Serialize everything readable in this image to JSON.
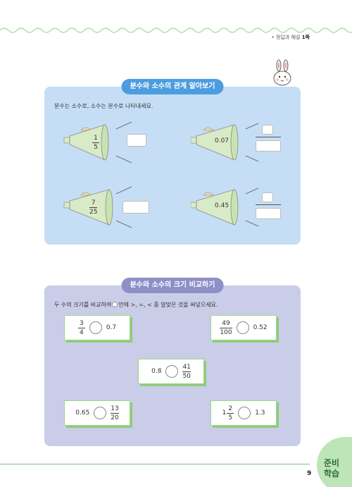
{
  "header": {
    "answer_ref": "• 정답과 해설 ",
    "answer_page": "1쪽"
  },
  "section1": {
    "title": "분수와 소수의 관계 알아보기",
    "instruction": "분수는 소수로, 소수는 분수로 나타내세요.",
    "items": [
      {
        "num": "1",
        "den": "5"
      },
      {
        "value": "0.07"
      },
      {
        "num": "7",
        "den": "25"
      },
      {
        "value": "0.45"
      }
    ]
  },
  "section2": {
    "title": "분수와 소수의 크기 비교하기",
    "instruction_pre": "두 수의 크기를 비교하여",
    "instruction_post": "안에 >, =, < 중 알맞은 것을 써넣으세요.",
    "cards": [
      {
        "left_num": "3",
        "left_den": "4",
        "right": "0.7"
      },
      {
        "left_num": "49",
        "left_den": "100",
        "right": "0.52"
      },
      {
        "left": "0.8",
        "right_num": "41",
        "right_den": "50"
      },
      {
        "left": "0.65",
        "right_num": "13",
        "right_den": "20"
      },
      {
        "left_whole": "1",
        "left_num": "2",
        "left_den": "5",
        "right": "1.3"
      }
    ]
  },
  "footer": {
    "page": "9",
    "badge_line1": "준비",
    "badge_line2": "학습"
  },
  "colors": {
    "blue_panel": "#c6def5",
    "purple_panel": "#c9cde8",
    "green_accent": "#8fcc78"
  }
}
